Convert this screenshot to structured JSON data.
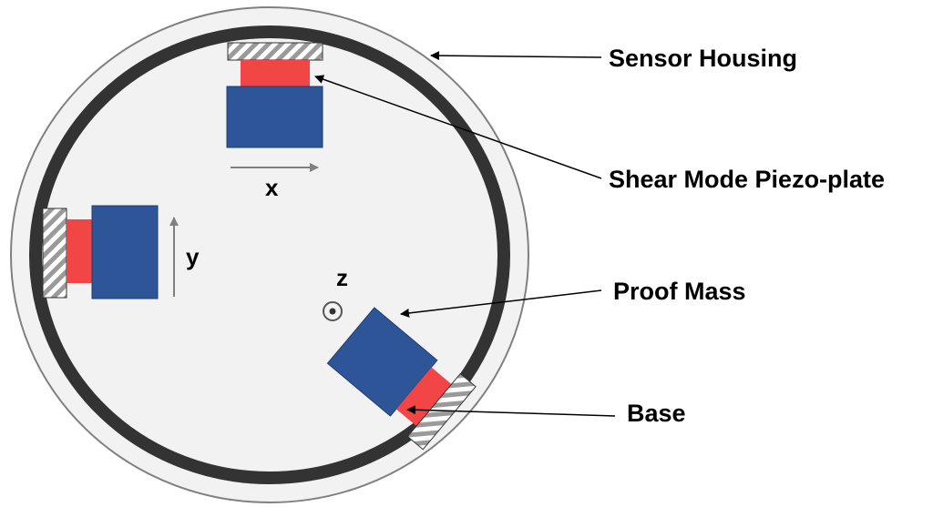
{
  "colors": {
    "housing_fill": "#f2f2f2",
    "housing_outline": "#808080",
    "inner_ring": "#333333",
    "proof_mass": "#2e5597",
    "piezo_plate": "#f24646",
    "base_stripe": "#9a9a9a",
    "axis_arrow": "#808080",
    "callout_line": "#000000"
  },
  "callouts": {
    "sensor_housing": "Sensor Housing",
    "piezo_plate": "Shear Mode Piezo-plate",
    "proof_mass": "Proof Mass",
    "base": "Base"
  },
  "axes": {
    "x": "x",
    "y": "y",
    "z": "z"
  },
  "icons": {
    "z_axis": "out-of-plane-dot-icon"
  }
}
